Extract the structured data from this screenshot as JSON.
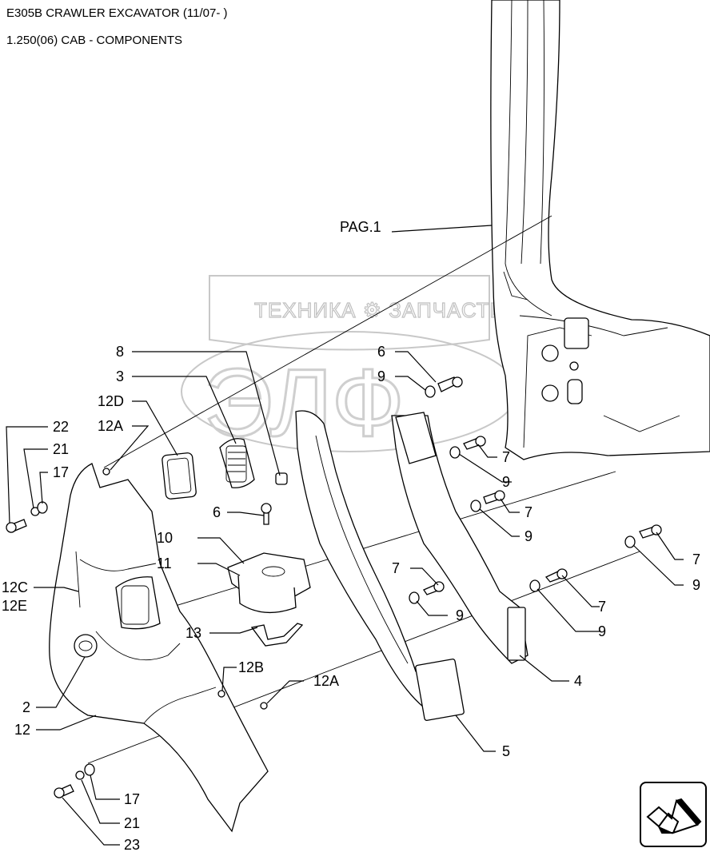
{
  "header": {
    "model": "E305B CRAWLER EXCAVATOR (11/07- )",
    "section": "1.250(06) CAB - COMPONENTS"
  },
  "watermark": {
    "text": "ТЕХНИКА ⚙ ЗАПЧАСТИ",
    "logo": "ЭЛФ"
  },
  "callouts": {
    "pag1": "PAG.1",
    "c8": "8",
    "c3": "3",
    "c12D": "12D",
    "c12A_top": "12A",
    "c22": "22",
    "c21_top": "21",
    "c17_top": "17",
    "c6_top": "6",
    "c9_top": "9",
    "c7_a": "7",
    "c9_a": "9",
    "c7_b": "7",
    "c9_b": "9",
    "c7_c": "7",
    "c9_c": "9",
    "c7_d": "7",
    "c9_d": "9",
    "c7_e": "7",
    "c9_e": "9",
    "c6_mid": "6",
    "c10": "10",
    "c11": "11",
    "c12C": "12C",
    "c12E": "12E",
    "c13": "13",
    "c12B": "12B",
    "c12A_bot": "12A",
    "c2": "2",
    "c12": "12",
    "c4": "4",
    "c5": "5",
    "c17_bot": "17",
    "c21_bot": "21",
    "c23": "23"
  },
  "icons": {
    "nav": "arrow-next-page-icon"
  }
}
